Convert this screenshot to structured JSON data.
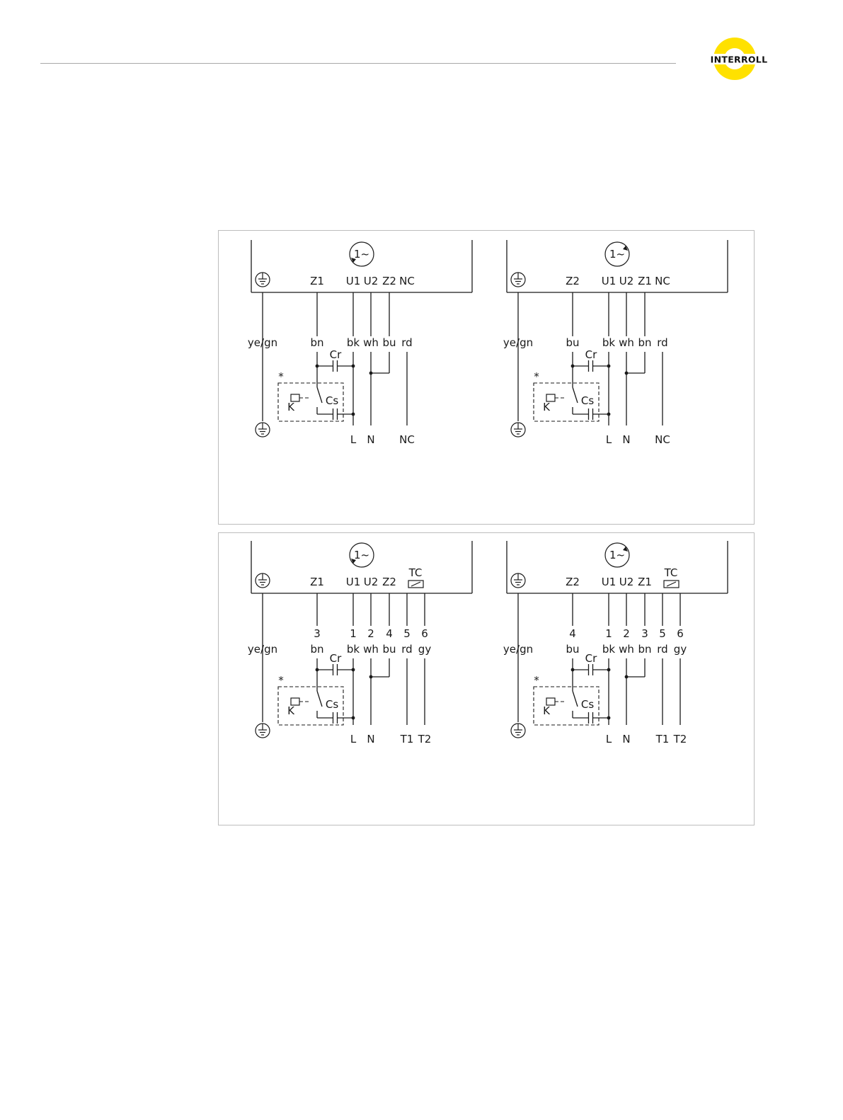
{
  "brand": {
    "logo_text": "INTERROLL",
    "accent": "#ffe100"
  },
  "colors": {
    "line": "#1a1a1a",
    "frame": "#bdbdbd",
    "rule": "#a8a8a8"
  },
  "panels": [
    {
      "diagrams": [
        {
          "direction": "ccw",
          "motor_symbol": "1~",
          "terminals": [
            "Z1",
            "U1",
            "U2",
            "Z2",
            "NC"
          ],
          "wire_colors": [
            "ye/gn",
            "bn",
            "bk",
            "wh",
            "bu",
            "rd"
          ],
          "numbers": [],
          "outputs": [
            "L",
            "N",
            "NC"
          ],
          "thermal_label": "",
          "labels": {
            "cr": "Cr",
            "cs": "Cs",
            "relay": "K",
            "star": "*"
          }
        },
        {
          "direction": "cw",
          "motor_symbol": "1~",
          "terminals": [
            "Z2",
            "U1",
            "U2",
            "Z1",
            "NC"
          ],
          "wire_colors": [
            "ye/gn",
            "bu",
            "bk",
            "wh",
            "bn",
            "rd"
          ],
          "numbers": [],
          "outputs": [
            "L",
            "N",
            "NC"
          ],
          "thermal_label": "",
          "labels": {
            "cr": "Cr",
            "cs": "Cs",
            "relay": "K",
            "star": "*"
          }
        }
      ]
    },
    {
      "diagrams": [
        {
          "direction": "ccw",
          "motor_symbol": "1~",
          "terminals": [
            "Z1",
            "U1",
            "U2",
            "Z2"
          ],
          "wire_colors": [
            "ye/gn",
            "bn",
            "bk",
            "wh",
            "bu",
            "rd",
            "gy"
          ],
          "numbers": [
            "3",
            "1",
            "2",
            "4",
            "5",
            "6"
          ],
          "outputs": [
            "L",
            "N",
            "T1",
            "T2"
          ],
          "thermal_label": "TC",
          "labels": {
            "cr": "Cr",
            "cs": "Cs",
            "relay": "K",
            "star": "*"
          }
        },
        {
          "direction": "cw",
          "motor_symbol": "1~",
          "terminals": [
            "Z2",
            "U1",
            "U2",
            "Z1"
          ],
          "wire_colors": [
            "ye/gn",
            "bu",
            "bk",
            "wh",
            "bn",
            "rd",
            "gy"
          ],
          "numbers": [
            "4",
            "1",
            "2",
            "3",
            "5",
            "6"
          ],
          "outputs": [
            "L",
            "N",
            "T1",
            "T2"
          ],
          "thermal_label": "TC",
          "labels": {
            "cr": "Cr",
            "cs": "Cs",
            "relay": "K",
            "star": "*"
          }
        }
      ]
    }
  ]
}
